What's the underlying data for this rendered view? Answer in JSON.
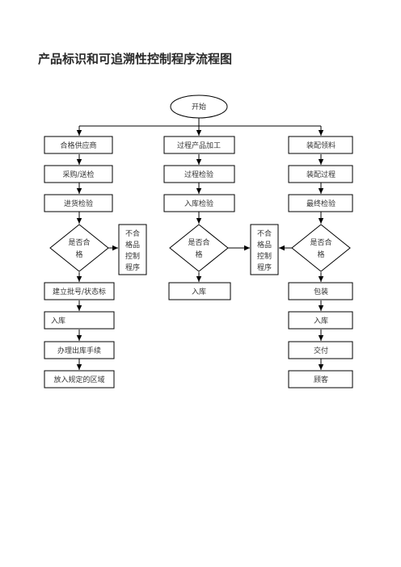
{
  "title": "产品标识和可追溯性控制程序流程图",
  "nodes": {
    "start": "开始",
    "col1": [
      "合格供应商",
      "采购/送检",
      "进货检验",
      "建立批号/状态标",
      "入库",
      "办理出库手续",
      "放入规定的区域"
    ],
    "col2": [
      "过程产品加工",
      "过程检验",
      "入库检验",
      "入库"
    ],
    "col3": [
      "装配领料",
      "装配过程",
      "最终检验",
      "包装",
      "入库",
      "交付",
      "顾客"
    ],
    "decision": [
      "是否合",
      "格"
    ],
    "reject_box": [
      "不合",
      "格品",
      "控制",
      "程序"
    ]
  },
  "colors": {
    "line": "#000000",
    "text": "#333333"
  }
}
